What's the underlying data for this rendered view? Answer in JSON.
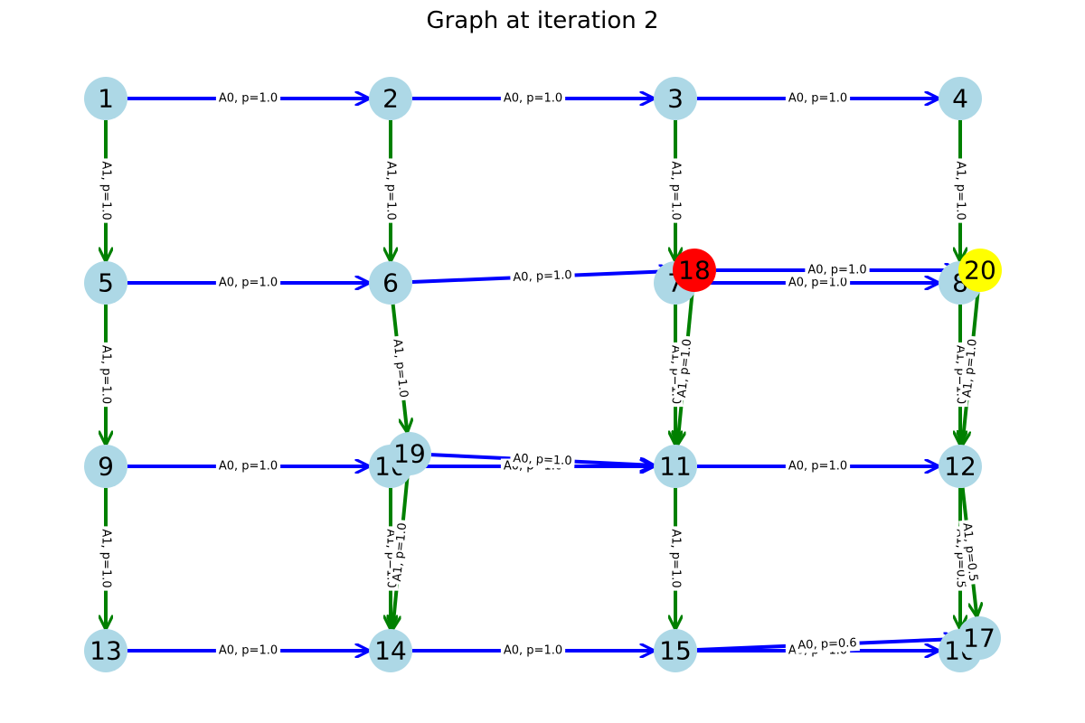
{
  "title": "Graph at iteration 2",
  "colors": {
    "node_default": "#add8e6",
    "node_red": "#ff0000",
    "node_yellow": "#ffff00",
    "edge_a0": "#0000ff",
    "edge_a1": "#008000"
  },
  "nodes": [
    {
      "id": "1",
      "color": "node_default"
    },
    {
      "id": "2",
      "color": "node_default"
    },
    {
      "id": "3",
      "color": "node_default"
    },
    {
      "id": "4",
      "color": "node_default"
    },
    {
      "id": "5",
      "color": "node_default"
    },
    {
      "id": "6",
      "color": "node_default"
    },
    {
      "id": "7",
      "color": "node_default"
    },
    {
      "id": "8",
      "color": "node_default"
    },
    {
      "id": "9",
      "color": "node_default"
    },
    {
      "id": "10",
      "color": "node_default"
    },
    {
      "id": "11",
      "color": "node_default"
    },
    {
      "id": "12",
      "color": "node_default"
    },
    {
      "id": "13",
      "color": "node_default"
    },
    {
      "id": "14",
      "color": "node_default"
    },
    {
      "id": "15",
      "color": "node_default"
    },
    {
      "id": "16",
      "color": "node_default"
    },
    {
      "id": "17",
      "color": "node_default"
    },
    {
      "id": "19",
      "color": "node_default"
    },
    {
      "id": "18",
      "color": "node_red"
    },
    {
      "id": "20",
      "color": "node_yellow"
    }
  ],
  "edges": [
    {
      "from": "1",
      "to": "2",
      "action": "A0",
      "label": "A0, p=1.0"
    },
    {
      "from": "2",
      "to": "3",
      "action": "A0",
      "label": "A0, p=1.0"
    },
    {
      "from": "3",
      "to": "4",
      "action": "A0",
      "label": "A0, p=1.0"
    },
    {
      "from": "5",
      "to": "6",
      "action": "A0",
      "label": "A0, p=1.0"
    },
    {
      "from": "6",
      "to": "18",
      "action": "A0",
      "label": "A0, p=1.0"
    },
    {
      "from": "7",
      "to": "8",
      "action": "A0",
      "label": "A0, p=1.0"
    },
    {
      "from": "18",
      "to": "20",
      "action": "A0",
      "label": "A0, p=1.0"
    },
    {
      "from": "9",
      "to": "10",
      "action": "A0",
      "label": "A0, p=1.0"
    },
    {
      "from": "10",
      "to": "11",
      "action": "A0",
      "label": "A0, p=1.0"
    },
    {
      "from": "19",
      "to": "11",
      "action": "A0",
      "label": "A0, p=1.0"
    },
    {
      "from": "11",
      "to": "12",
      "action": "A0",
      "label": "A0, p=1.0"
    },
    {
      "from": "13",
      "to": "14",
      "action": "A0",
      "label": "A0, p=1.0"
    },
    {
      "from": "14",
      "to": "15",
      "action": "A0",
      "label": "A0, p=1.0"
    },
    {
      "from": "15",
      "to": "16",
      "action": "A0",
      "label": "A0, p=1.0"
    },
    {
      "from": "15",
      "to": "17",
      "action": "A0",
      "label": "A0, p=0.6"
    },
    {
      "from": "1",
      "to": "5",
      "action": "A1",
      "label": "A1, p=1.0"
    },
    {
      "from": "2",
      "to": "6",
      "action": "A1",
      "label": "A1, p=1.0"
    },
    {
      "from": "3",
      "to": "7",
      "action": "A1",
      "label": "A1, p=1.0"
    },
    {
      "from": "4",
      "to": "8",
      "action": "A1",
      "label": "A1, p=1.0"
    },
    {
      "from": "5",
      "to": "9",
      "action": "A1",
      "label": "A1, p=1.0"
    },
    {
      "from": "6",
      "to": "19",
      "action": "A1",
      "label": "A1, p=1.0"
    },
    {
      "from": "7",
      "to": "11",
      "action": "A1",
      "label": "A1, p=1.0"
    },
    {
      "from": "18",
      "to": "11",
      "action": "A1",
      "label": "A1, p=1.0"
    },
    {
      "from": "8",
      "to": "12",
      "action": "A1",
      "label": "A1, p=1.0"
    },
    {
      "from": "20",
      "to": "12",
      "action": "A1",
      "label": "A1, p=1.0"
    },
    {
      "from": "9",
      "to": "13",
      "action": "A1",
      "label": "A1, p=1.0"
    },
    {
      "from": "10",
      "to": "14",
      "action": "A1",
      "label": "A1, p=1.0"
    },
    {
      "from": "19",
      "to": "14",
      "action": "A1",
      "label": "A1, p=1.0"
    },
    {
      "from": "11",
      "to": "15",
      "action": "A1",
      "label": "A1, p=1.0"
    },
    {
      "from": "12",
      "to": "16",
      "action": "A1",
      "label": "A1, p=0.5"
    },
    {
      "from": "12",
      "to": "17",
      "action": "A1",
      "label": "A1, p=0.5"
    }
  ]
}
